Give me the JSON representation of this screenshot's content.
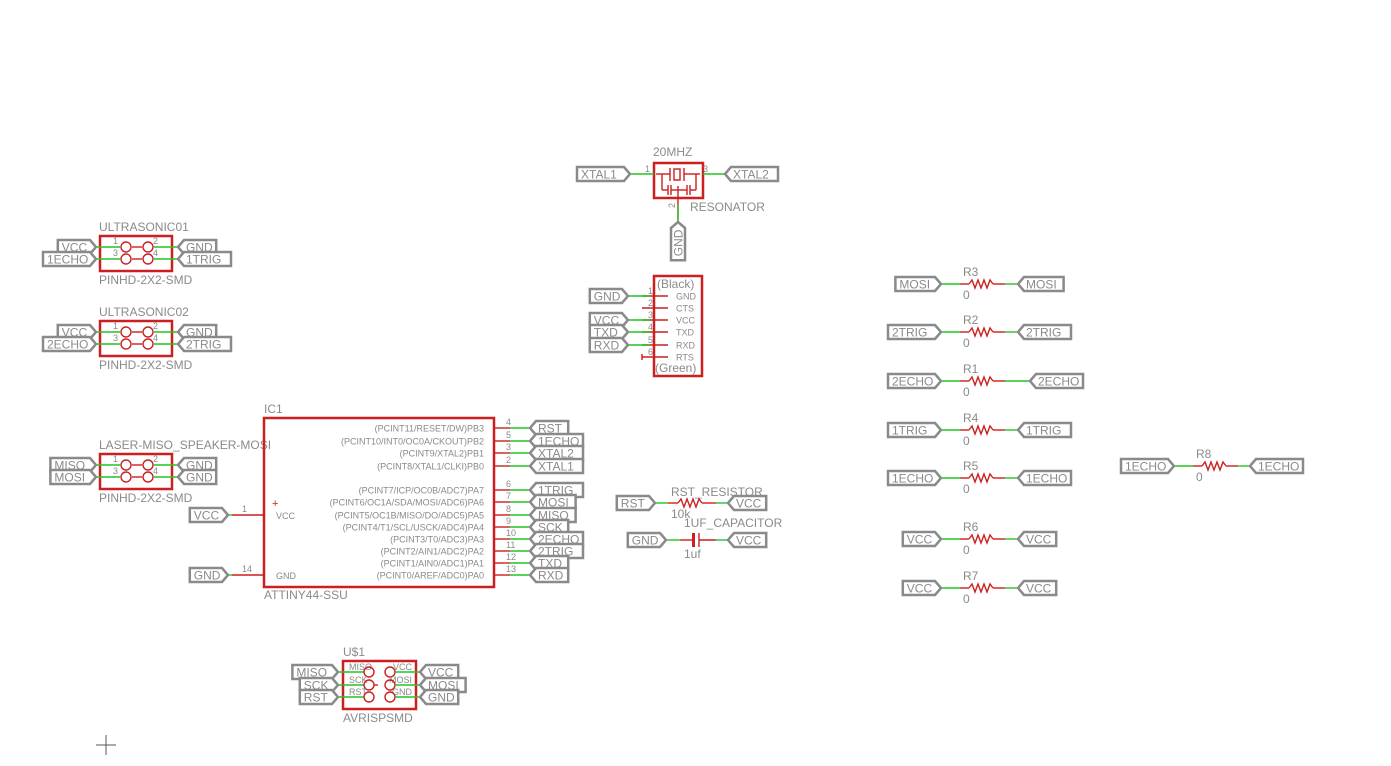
{
  "colors": {
    "part": "#cc1f1f",
    "wire": "#22c422",
    "label": "#8a8a8a"
  },
  "ultrasonic01": {
    "name": "ULTRASONIC01",
    "value": "PINHD-2X2-SMD",
    "pins": [
      "1",
      "2",
      "3",
      "4"
    ],
    "left": [
      "VCC",
      "1ECHO"
    ],
    "right": [
      "GND",
      "1TRIG"
    ]
  },
  "ultrasonic02": {
    "name": "ULTRASONIC02",
    "value": "PINHD-2X2-SMD",
    "pins": [
      "1",
      "2",
      "3",
      "4"
    ],
    "left": [
      "VCC",
      "2ECHO"
    ],
    "right": [
      "GND",
      "2TRIG"
    ]
  },
  "laser": {
    "name": "LASER-MISO_SPEAKER-MOSI",
    "value": "PINHD-2X2-SMD",
    "pins": [
      "1",
      "2",
      "3",
      "4"
    ],
    "left": [
      "MISO",
      "MOSI"
    ],
    "right": [
      "GND",
      "GND"
    ]
  },
  "ic1": {
    "name": "IC1",
    "value": "ATTINY44-SSU",
    "plus": "+",
    "left_pins": [
      {
        "name": "VCC",
        "num": "1",
        "net": "VCC"
      },
      {
        "name": "GND",
        "num": "14",
        "net": "GND"
      }
    ],
    "right_pins": [
      {
        "name": "(PCINT11/RESET/DW)PB3",
        "num": "4",
        "net": "RST"
      },
      {
        "name": "(PCINT10/INT0/OC0A/CKOUT)PB2",
        "num": "5",
        "net": "1ECHO"
      },
      {
        "name": "(PCINT9/XTAL2)PB1",
        "num": "3",
        "net": "XTAL2"
      },
      {
        "name": "(PCINT8/XTAL1/CLKI)PB0",
        "num": "2",
        "net": "XTAL1"
      },
      {
        "name": "(PCINT7/ICP/OC0B/ADC7)PA7",
        "num": "6",
        "net": "1TRIG"
      },
      {
        "name": "(PCINT6/OC1A/SDA/MOSI/ADC6)PA6",
        "num": "7",
        "net": "MOSI"
      },
      {
        "name": "(PCINT5/OC1B/MISO/DO/ADC5)PA5",
        "num": "8",
        "net": "MISO"
      },
      {
        "name": "(PCINT4/T1/SCL/USCK/ADC4)PA4",
        "num": "9",
        "net": "SCK"
      },
      {
        "name": "(PCINT3/T0/ADC3)PA3",
        "num": "10",
        "net": "2ECHO"
      },
      {
        "name": "(PCINT2/AIN1/ADC2)PA2",
        "num": "11",
        "net": "2TRIG"
      },
      {
        "name": "(PCINT1/AIN0/ADC1)PA1",
        "num": "12",
        "net": "TXD"
      },
      {
        "name": "(PCINT0/AREF/ADC0)PA0",
        "num": "13",
        "net": "RXD"
      }
    ]
  },
  "resonator": {
    "name": "20MHZ",
    "value": "RESONATOR",
    "pins": [
      "1",
      "3",
      "2"
    ],
    "nets": [
      "XTAL1",
      "XTAL2",
      "GND"
    ]
  },
  "ftdi": {
    "top": "(Black)",
    "bottom": "(Green)",
    "pins": [
      {
        "num": "1",
        "name": "GND",
        "net": "GND"
      },
      {
        "num": "2",
        "name": "CTS",
        "net": null
      },
      {
        "num": "3",
        "name": "VCC",
        "net": "VCC"
      },
      {
        "num": "4",
        "name": "TXD",
        "net": "TXD"
      },
      {
        "num": "5",
        "name": "RXD",
        "net": "RXD"
      },
      {
        "num": "6",
        "name": "RTS",
        "net": null
      }
    ]
  },
  "rst_resistor": {
    "name": "RST_RESISTOR",
    "value": "10k",
    "left": "RST",
    "right": "VCC"
  },
  "capacitor": {
    "name": "1UF_CAPACITOR",
    "value": "1uf",
    "left": "GND",
    "right": "VCC"
  },
  "resistors": [
    {
      "name": "R3",
      "value": "0",
      "net": "MOSI"
    },
    {
      "name": "R2",
      "value": "0",
      "net": "2TRIG"
    },
    {
      "name": "R1",
      "value": "0",
      "net": "2ECHO"
    },
    {
      "name": "R4",
      "value": "0",
      "net": "1TRIG"
    },
    {
      "name": "R5",
      "value": "0",
      "net": "1ECHO"
    },
    {
      "name": "R6",
      "value": "0",
      "net": "VCC"
    },
    {
      "name": "R7",
      "value": "0",
      "net": "VCC"
    },
    {
      "name": "R8",
      "value": "0",
      "net": "1ECHO"
    }
  ],
  "avrisp": {
    "name": "U$1",
    "value": "AVRISPSMD",
    "left_pins": [
      {
        "name": "MISO",
        "net": "MISO"
      },
      {
        "name": "SCK",
        "net": "SCK"
      },
      {
        "name": "RST",
        "net": "RST"
      }
    ],
    "right_pins": [
      {
        "name": "VCC",
        "net": "VCC"
      },
      {
        "name": "MOSI",
        "net": "MOSI"
      },
      {
        "name": "GND",
        "net": "GND"
      }
    ]
  }
}
